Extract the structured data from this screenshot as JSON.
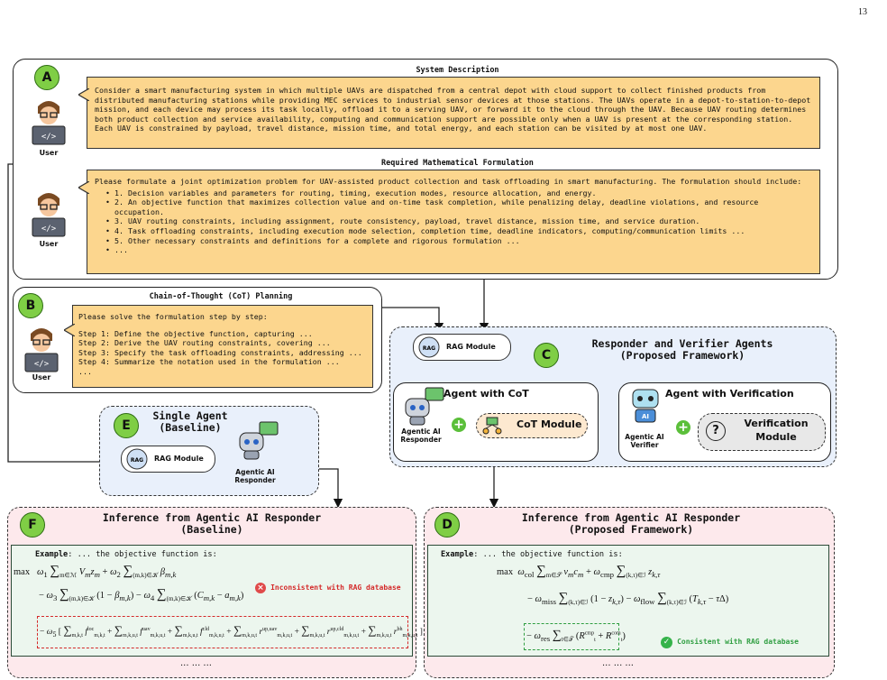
{
  "page_number": "13",
  "panelA": {
    "letter": "A",
    "sys_title": "System Description",
    "sys_text": "Consider a smart manufacturing system in which multiple UAVs are dispatched from a central depot with cloud support to collect finished products from distributed manufacturing stations while providing MEC services to industrial sensor devices at those stations. The UAVs operate in a depot-to-station-to-depot mission, and each device may process its task locally, offload it to a serving UAV, or forward it to the cloud through the UAV. Because UAV routing determines both product collection and service availability, computing and communication support are possible only when a UAV is present at the corresponding station. Each UAV is constrained by payload, travel distance, mission time, and total energy, and each station can be visited by at most one UAV.",
    "req_title": "Required Mathematical Formulation",
    "req_intro": "Please formulate a joint optimization problem for UAV-assisted product collection and task offloading in smart manufacturing. The formulation should include:",
    "req_items": [
      "1. Decision variables and parameters for routing, timing, execution modes, resource allocation, and energy.",
      "2. An objective function that maximizes collection value and on-time task completion, while penalizing delay, deadline violations, and resource occupation.",
      "3. UAV routing constraints, including assignment, route consistency, payload, travel distance, mission time, and service duration.",
      "4. Task offloading constraints, including execution mode selection, completion time, deadline indicators, computing/communication limits ...",
      "5. Other necessary constraints and definitions for a complete and rigorous formulation ...",
      "..."
    ],
    "user_label": "User"
  },
  "panelB": {
    "letter": "B",
    "title": "Chain-of-Thought (CoT) Planning",
    "intro": "Please solve the formulation step by step:",
    "steps": [
      "Step 1: Define the objective function, capturing ...",
      "Step 2: Derive the UAV routing constraints, covering ...",
      "Step 3: Specify the task offloading constraints, addressing ...",
      "Step 4: Summarize the notation used in the formulation ...",
      "..."
    ],
    "user_label": "User"
  },
  "panelC": {
    "letter": "C",
    "title_line1": "Responder and Verifier Agents",
    "title_line2": "(Proposed Framework)",
    "rag_label": "RAG Module",
    "rag_icon_text": "RAG",
    "agent_cot_title": "Agent with CoT",
    "responder_label": "Agentic AI Responder",
    "cot_module": "CoT Module",
    "agent_ver_title": "Agent with Verification",
    "verifier_label": "Agentic AI Verifier",
    "verification_module": "Verification Module",
    "ai_badge": "AI"
  },
  "panelE": {
    "letter": "E",
    "title_line1": "Single Agent",
    "title_line2": "(Baseline)",
    "rag_label": "RAG Module",
    "rag_icon_text": "RAG",
    "responder_label": "Agentic AI Responder"
  },
  "panelF": {
    "letter": "F",
    "title_line1": "Inference from Agentic AI Responder",
    "title_line2": "(Baseline)",
    "example_bold": "Example",
    "example_rest": ": ... the objective function is:",
    "inconsistent": "Inconsistent with RAG database",
    "dots": "... ... ..."
  },
  "panelD": {
    "letter": "D",
    "title_line1": "Inference from Agentic AI Responder",
    "title_line2": "(Proposed Framework)",
    "example_bold": "Example",
    "example_rest": ": ... the objective function is:",
    "consistent": "Consistent with RAG database",
    "dots": "... ... ..."
  },
  "colors": {
    "bubble": "#fcd68e",
    "letter_green": "#7fce45",
    "panel_blue": "#e9f0fb",
    "panel_pink": "#fde9ec",
    "inner_green": "#ecf6ee",
    "error_red": "#e04a4a",
    "ok_green": "#35b34a"
  }
}
